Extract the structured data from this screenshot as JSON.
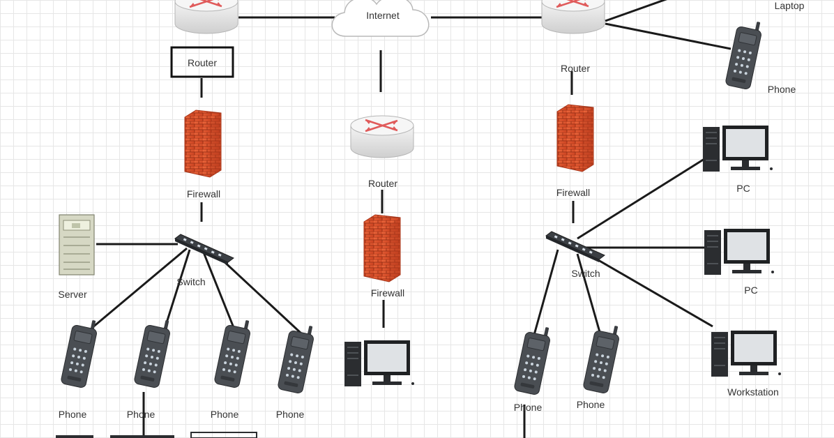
{
  "labels": {
    "internet": "Internet",
    "laptop": "Laptop",
    "router_left": "Router",
    "router_center": "Router",
    "router_right": "Router",
    "firewall_left": "Firewall",
    "firewall_center": "Firewall",
    "firewall_right": "Firewall",
    "server": "Server",
    "switch_left": "Switch",
    "switch_right": "Switch",
    "phone_top_right": "Phone",
    "pc_1": "PC",
    "pc_2": "PC",
    "workstation": "Workstation",
    "phone_l1": "Phone",
    "phone_l2": "Phone",
    "phone_l3": "Phone",
    "phone_l4": "Phone",
    "phone_r1": "Phone",
    "phone_r2": "Phone"
  },
  "colors": {
    "link": "#1a1a1a",
    "firewall_brick": "#e8532d",
    "router_arrows": "#e05a5a",
    "cloud_fill": "#ffffff"
  },
  "icons": [
    "router-icon",
    "firewall-icon",
    "switch-icon",
    "server-icon",
    "phone-icon",
    "pc-icon",
    "cloud-icon"
  ]
}
